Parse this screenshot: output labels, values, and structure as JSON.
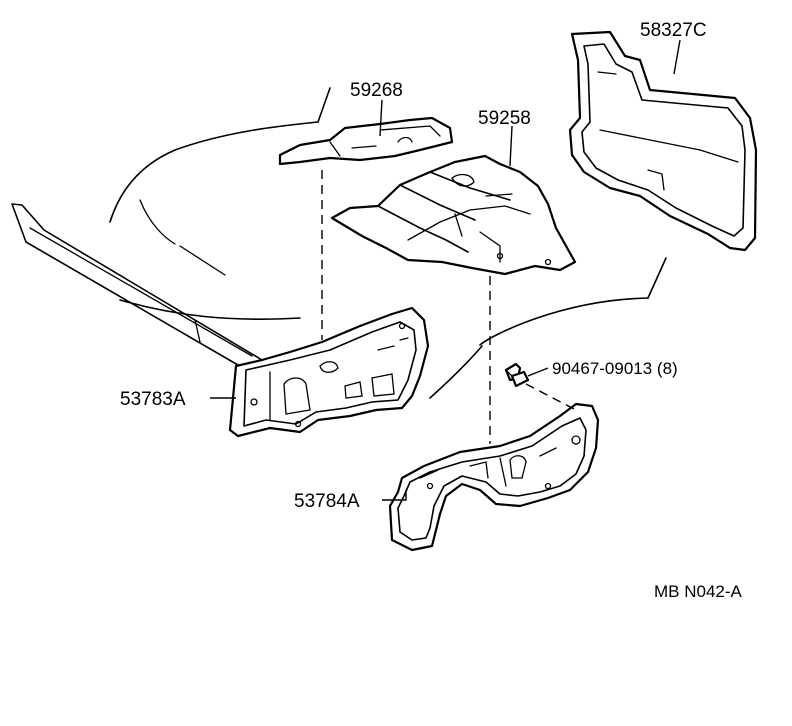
{
  "diagram": {
    "part_labels": {
      "p58327c": "58327C",
      "p59268": "59268",
      "p59258": "59258",
      "p53783a": "53783A",
      "p53784a": "53784A",
      "p90467": "90467-09013 (8)"
    },
    "reference_code": "MB  N042-A"
  }
}
